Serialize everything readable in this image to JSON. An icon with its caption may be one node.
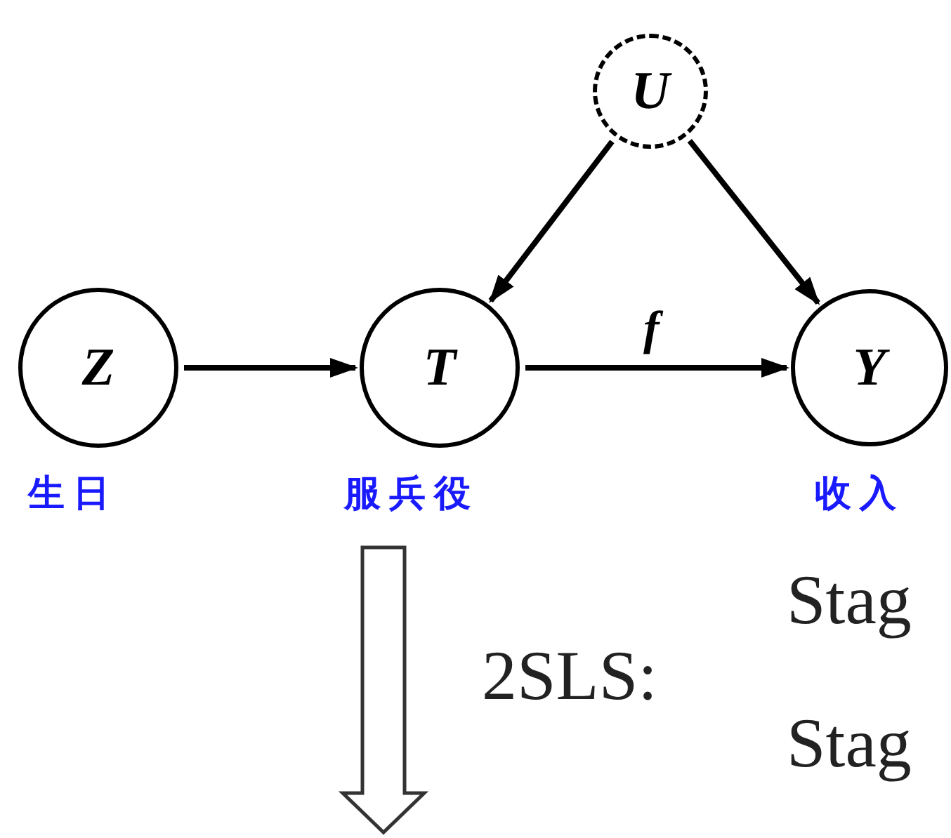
{
  "diagram": {
    "nodes": [
      {
        "text": [
          "U"
        ]
      },
      {
        "text": [
          "Z"
        ],
        "beside": [
          "生日"
        ]
      },
      {
        "text": [
          "T"
        ],
        "beside": [
          "服兵役"
        ]
      },
      {
        "text": [
          "Y"
        ],
        "beside": [
          "收入"
        ]
      }
    ],
    "edges": [
      {
        "from": 1,
        "to": 2,
        "arrow": "to"
      },
      {
        "from": 2,
        "to": 3,
        "arrow": "to",
        "label": "f"
      },
      {
        "from": 0,
        "to": 2,
        "arrow": "to"
      },
      {
        "from": 0,
        "to": 3,
        "arrow": "to"
      }
    ],
    "labels": [
      "2SLS:",
      "Stag",
      "Stag"
    ]
  }
}
